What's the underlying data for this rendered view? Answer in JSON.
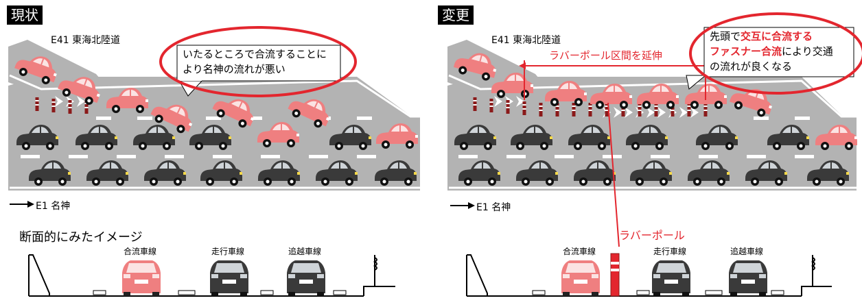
{
  "left": {
    "tag": "現状",
    "road_label": "E41 東海北陸道",
    "main_road_label": "E1 名神",
    "callout_line1": "いたるところで合流することに",
    "callout_line2": "より名神の流れが悪い",
    "section_title": "断面的にみたイメージ",
    "lane_merge": "合流車線",
    "lane_travel": "走行車線",
    "lane_passing": "追越車線"
  },
  "right": {
    "tag": "変更",
    "road_label": "E41 東海北陸道",
    "main_road_label": "E1 名神",
    "extend_label": "ラバーポール区間を延伸",
    "callout_a": "先頭で",
    "callout_b": "交互に合流する",
    "callout_c": "ファスナー合流",
    "callout_d": "により交通",
    "callout_e": "の流れが良くなる",
    "pole_label": "ラバーポール",
    "lane_merge": "合流車線",
    "lane_travel": "走行車線",
    "lane_passing": "追越車線"
  },
  "colors": {
    "accent_red": "#e3262e",
    "pink_car": "#ef7f80",
    "dark_car": "#3a3a3a",
    "road_gray": "#b3b3b3"
  }
}
